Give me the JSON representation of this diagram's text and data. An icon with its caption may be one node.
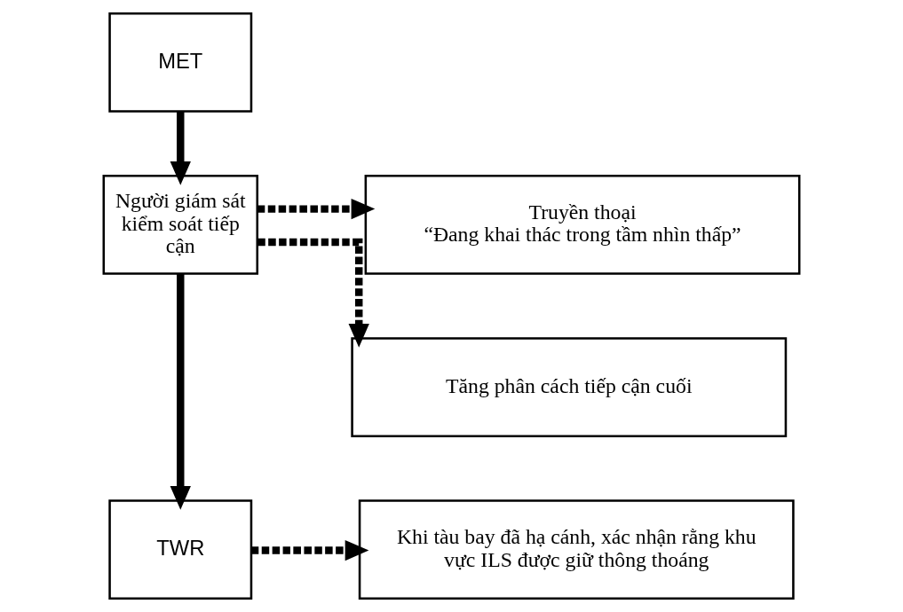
{
  "diagram": {
    "nodes": [
      {
        "text": [
          "MET"
        ]
      },
      {
        "text": [
          "Người giám sát kiểm soát tiếp cận"
        ]
      },
      {
        "text": [
          "Truyền thoại",
          "“Đang khai thác trong tầm nhìn thấp”"
        ]
      },
      {
        "text": [
          "Tăng phân cách tiếp cận cuối"
        ]
      },
      {
        "text": [
          "TWR"
        ]
      },
      {
        "text": [
          "Khi tàu bay đã hạ cánh, xác nhận rằng khu vực ILS được giữ thông thoáng"
        ]
      }
    ],
    "edges": [
      {
        "from": 0,
        "to": 1,
        "arrow": "to"
      },
      {
        "from": 1,
        "to": 2,
        "arrow": "to",
        "style": "dashed"
      },
      {
        "from": 1,
        "to": 3,
        "arrow": "to",
        "style": "dashed"
      },
      {
        "from": 1,
        "to": 4,
        "arrow": "to"
      },
      {
        "from": 4,
        "to": 5,
        "arrow": "to",
        "style": "dashed"
      }
    ]
  }
}
